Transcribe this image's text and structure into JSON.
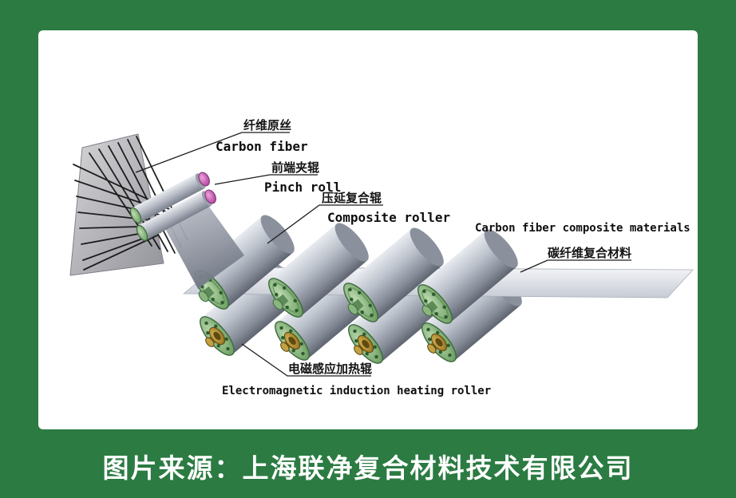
{
  "page": {
    "background_color": "#2b7b42",
    "caption": "图片来源：上海联净复合材料技术有限公司"
  },
  "diagram": {
    "labels": {
      "fiber": {
        "zh": "纤维原丝",
        "en": "Carbon fiber"
      },
      "pinch": {
        "zh": "前端夹辊",
        "en": "Pinch roll"
      },
      "composite_roller": {
        "zh": "压延复合辊",
        "en": "Composite roller"
      },
      "composite_material": {
        "en": "Carbon fiber composite materials",
        "zh": "碳纤维复合材料"
      },
      "heating_roller": {
        "zh": "电磁感应加热辊",
        "en": "Electromagnetic induction heating roller"
      }
    },
    "colors": {
      "roller_body_gray": "#aab0bc",
      "roller_cap_green": "#7fae74",
      "heater_hub_brass": "#a5842c",
      "pinch_knob_magenta": "#c257ae",
      "composite_sheet": "#dfe2e8",
      "carbon_fiber_black": "#101010"
    }
  }
}
